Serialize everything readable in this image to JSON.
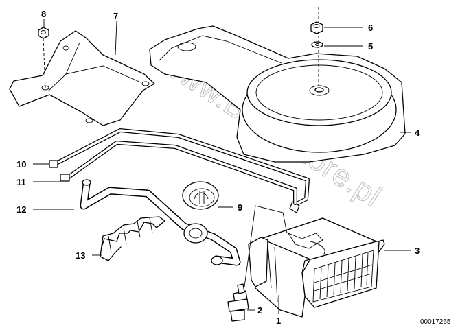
{
  "diagram": {
    "document_number": "00017265",
    "watermark": "www.BMWstore.pl",
    "callouts": [
      {
        "id": "c1",
        "label": "1"
      },
      {
        "id": "c2",
        "label": "2"
      },
      {
        "id": "c3",
        "label": "3"
      },
      {
        "id": "c4",
        "label": "4"
      },
      {
        "id": "c5",
        "label": "5"
      },
      {
        "id": "c6",
        "label": "6"
      },
      {
        "id": "c7",
        "label": "7"
      },
      {
        "id": "c8",
        "label": "8"
      },
      {
        "id": "c9",
        "label": "9"
      },
      {
        "id": "c10",
        "label": "10"
      },
      {
        "id": "c11",
        "label": "11"
      },
      {
        "id": "c12",
        "label": "12"
      },
      {
        "id": "c13",
        "label": "13"
      }
    ]
  }
}
